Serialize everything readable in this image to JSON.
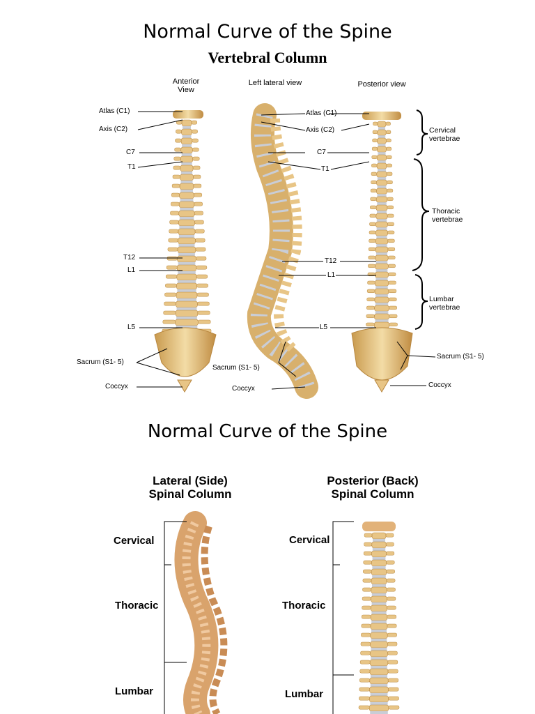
{
  "titles": {
    "top": "Normal Curve of the Spine",
    "vertebral": "Vertebral Column",
    "bottom": "Normal Curve of the Spine"
  },
  "views": {
    "anterior_line1": "Anterior",
    "anterior_line2": "View",
    "lateral": "Left lateral view",
    "posterior": "Posterior view"
  },
  "labels": {
    "atlas": "Atlas (C1)",
    "axis": "Axis (C2)",
    "c7": "C7",
    "t1": "T1",
    "t12": "T12",
    "l1": "L1",
    "l5": "L5",
    "sacrum": "Sacrum (S1- 5)",
    "coccyx": "Coccyx"
  },
  "regions": {
    "cervical_1": "Cervical",
    "cervical_2": "vertebrae",
    "thoracic_1": "Thoracic",
    "thoracic_2": "vertebrae",
    "lumbar_1": "Lumbar",
    "lumbar_2": "vertebrae"
  },
  "lower": {
    "lateral_head_1": "Lateral (Side)",
    "lateral_head_2": "Spinal Column",
    "posterior_head_1": "Posterior (Back)",
    "posterior_head_2": "Spinal Column",
    "cervical": "Cervical",
    "thoracic": "Thoracic",
    "lumbar": "Lumbar"
  },
  "colors": {
    "bone": "#e8c586",
    "bone_dark": "#b8873f",
    "disc": "#c9cdd6"
  }
}
